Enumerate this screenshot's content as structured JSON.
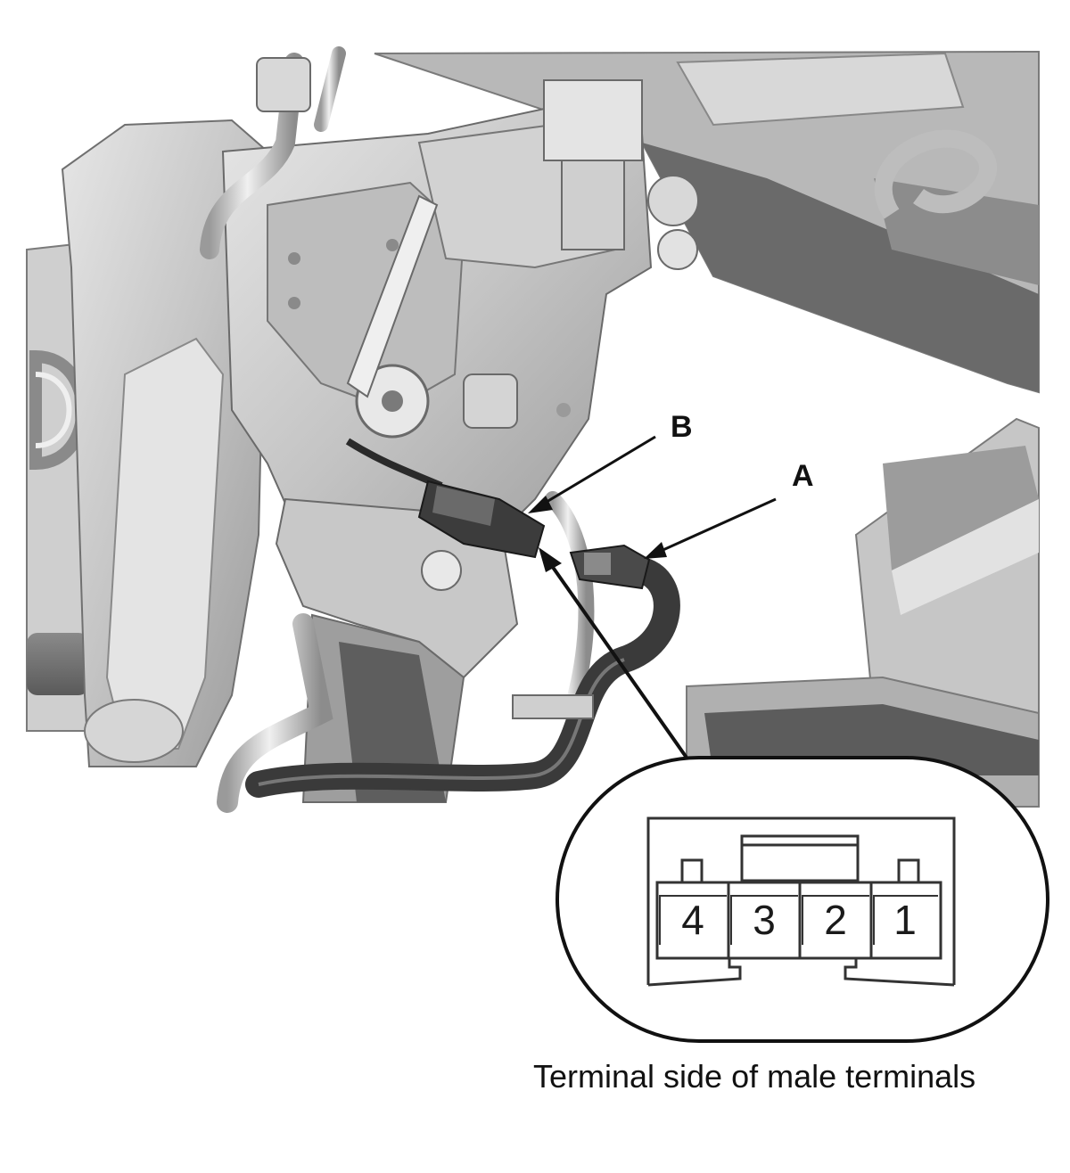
{
  "callouts": {
    "a": "A",
    "b": "B"
  },
  "connector": {
    "pins": [
      "4",
      "3",
      "2",
      "1"
    ]
  },
  "caption": "Terminal side of male terminals",
  "colors": {
    "metal_light": "#d4d4d4",
    "metal_mid": "#a8a8a8",
    "metal_dark": "#6e6e6e",
    "harness": "#3a3a3a",
    "line": "#111111"
  }
}
